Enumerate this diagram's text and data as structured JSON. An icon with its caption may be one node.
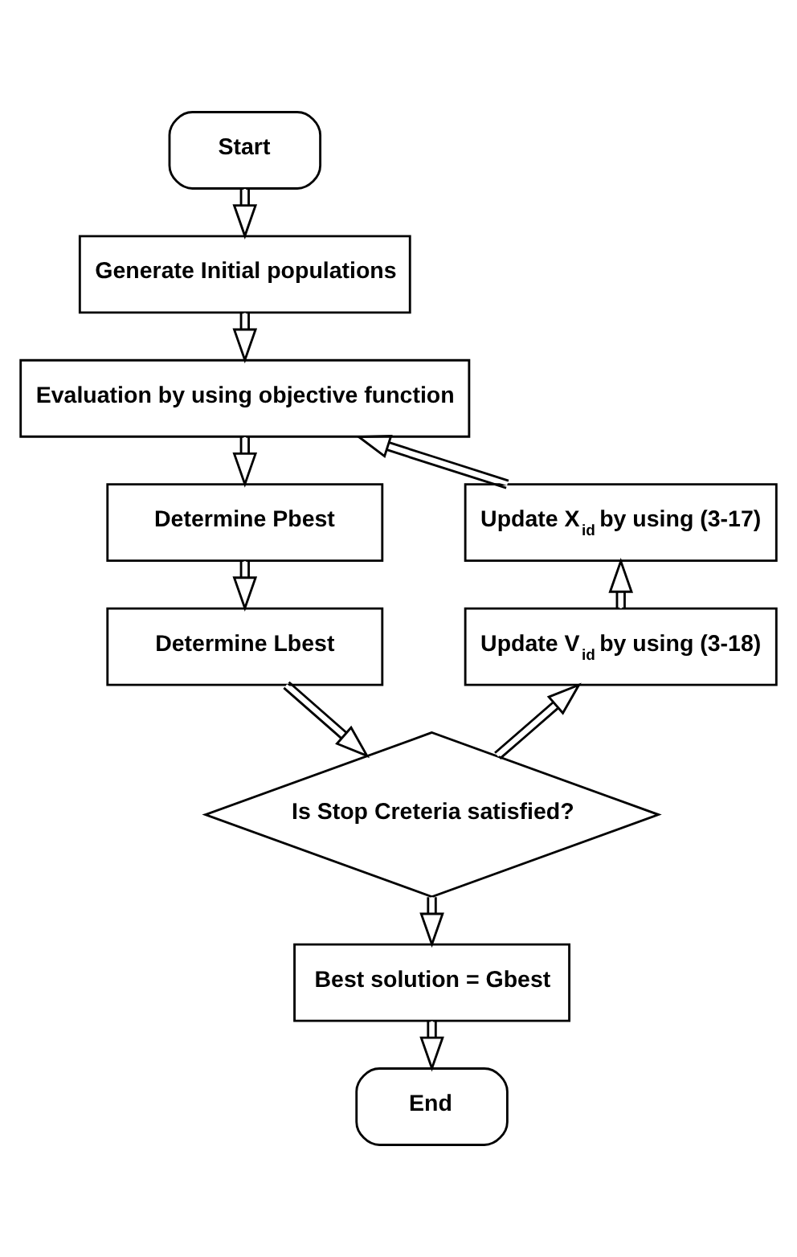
{
  "diagram": {
    "nodes": [
      {
        "text": [
          "Start"
        ]
      },
      {
        "text": [
          "Generate Initial populations"
        ]
      },
      {
        "text": [
          "Evaluation by using objective function"
        ]
      },
      {
        "text": [
          "Determine Pbest"
        ]
      },
      {
        "text": [
          "Determine Lbest"
        ]
      },
      {
        "text": [
          "Is Stop Creteria satisfied?"
        ]
      },
      {
        "text": [
          "Best solution = Gbest"
        ]
      },
      {
        "text": [
          "End"
        ]
      },
      {
        "text": [
          "Update X$_{id}$ by using (3-17)"
        ]
      },
      {
        "text": [
          "Update V$_{id}$ by using (3-18)"
        ]
      }
    ],
    "edges": [
      {
        "from": 0,
        "to": 1,
        "arrow": "to"
      },
      {
        "from": 1,
        "to": 2,
        "arrow": "to"
      },
      {
        "from": 2,
        "to": 3,
        "arrow": "to"
      },
      {
        "from": 3,
        "to": 4,
        "arrow": "to"
      },
      {
        "from": 4,
        "to": 5,
        "arrow": "to"
      },
      {
        "from": 5,
        "to": 6,
        "arrow": "to"
      },
      {
        "from": 6,
        "to": 7,
        "arrow": "to"
      },
      {
        "from": 5,
        "to": 9,
        "arrow": "to"
      },
      {
        "from": 9,
        "to": 8,
        "arrow": "to"
      },
      {
        "from": 8,
        "to": 2,
        "arrow": "to"
      }
    ]
  }
}
